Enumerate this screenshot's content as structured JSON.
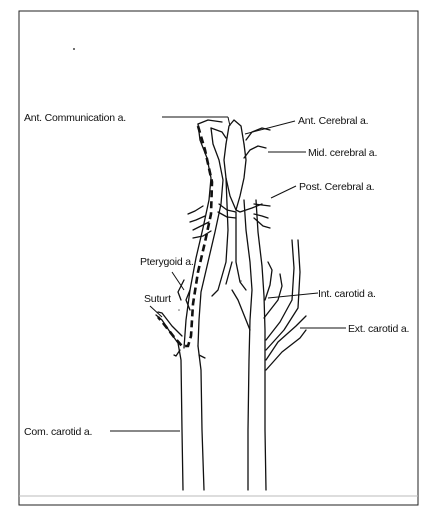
{
  "labels": {
    "ant_communication": "Ant. Communication a.",
    "ant_cerebral": "Ant. Cerebral a.",
    "mid_cerebral": "Mid. cerebral a.",
    "post_cerebral": "Post. Cerebral a.",
    "pterygoid": "Pterygoid a.",
    "suturt": "Suturt",
    "int_carotid": "Int. carotid a.",
    "ext_carotid": "Ext. carotid a.",
    "com_carotid": "Com. carotid a."
  }
}
